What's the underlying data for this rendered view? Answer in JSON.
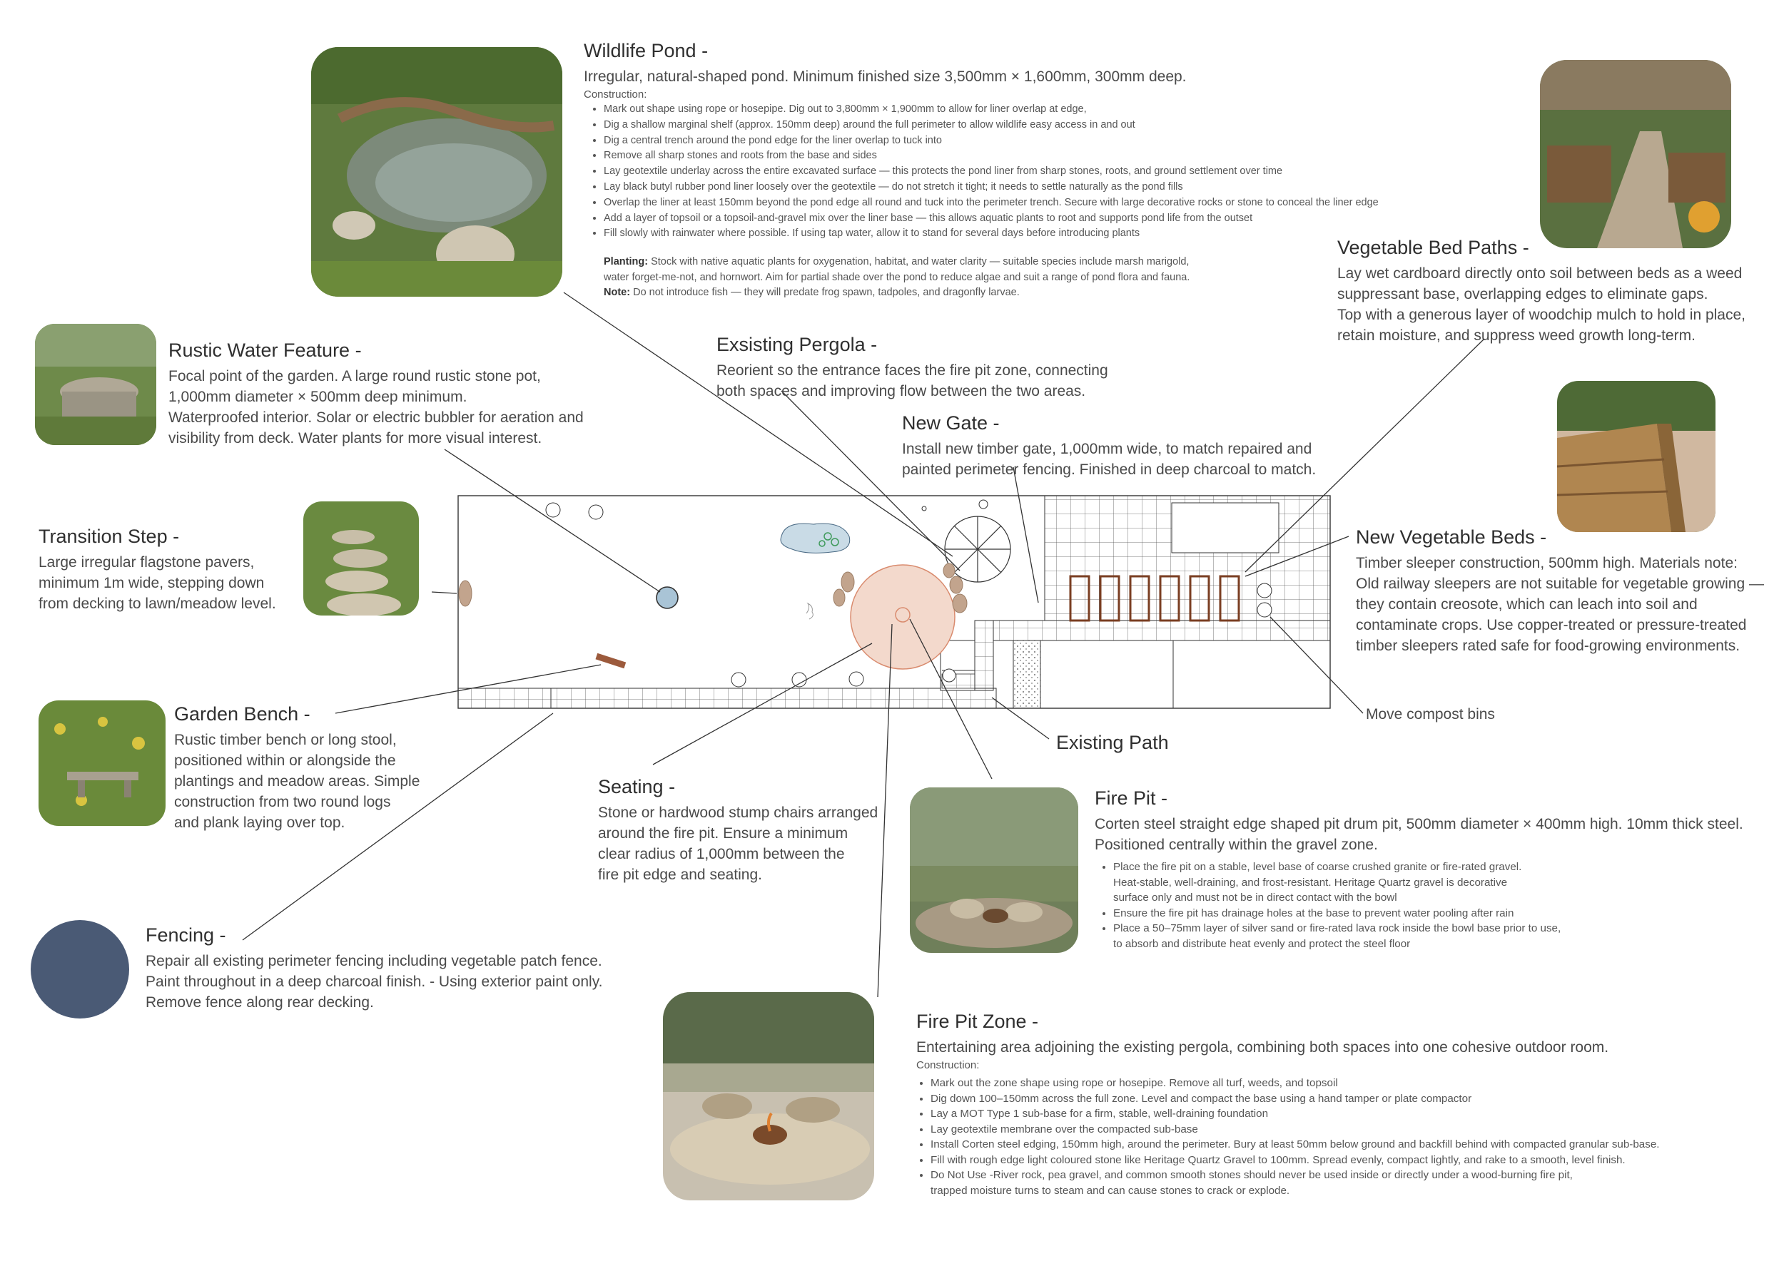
{
  "colors": {
    "text": "#3a3a3a",
    "line": "#333333",
    "pond": "#c9dbe6",
    "firepit_zone": "#f3d9cc",
    "firepit_stroke": "#d98b6e",
    "bench": "#9c5a3c",
    "stone": "#c2a48d",
    "bed": "#7a3e22",
    "fencing_swatch": "#4a5a75"
  },
  "wildlife_pond": {
    "title": "Wildlife Pond -",
    "subtitle": "Irregular, natural-shaped pond. Minimum finished size 3,500mm × 1,600mm, 300mm deep.",
    "construction_label": "Construction:",
    "steps": [
      "Mark out shape using rope or hosepipe. Dig out to 3,800mm × 1,900mm to allow for liner overlap at edge,",
      "Dig a shallow marginal shelf (approx. 150mm deep) around the full perimeter to allow wildlife easy access in and out",
      "Dig a central trench around the pond edge for the liner overlap to tuck into",
      "Remove all sharp stones and roots from the base and sides",
      "Lay geotextile underlay across the entire excavated surface — this protects the pond liner from sharp stones, roots, and ground settlement over time",
      "Lay black butyl rubber pond liner loosely over the geotextile — do not stretch it tight; it needs to settle naturally as the pond fills",
      "Overlap the liner at least 150mm beyond the pond edge all round and tuck into the perimeter trench. Secure with large decorative rocks or stone to conceal the liner edge",
      "Add a layer of topsoil or a topsoil-and-gravel mix over the liner base — this allows aquatic plants to root and supports pond life from the outset",
      "Fill slowly with rainwater where possible. If using tap water, allow it to stand for several days before introducing plants"
    ],
    "planting_label": "Planting:",
    "planting_line1": "Stock with native aquatic plants for oxygenation, habitat, and water clarity — suitable species include marsh marigold,",
    "planting_line2": "water forget-me-not, and hornwort. Aim for partial shade over the pond to reduce algae and suit a range of pond flora and fauna.",
    "note_label": "Note:",
    "note_text": "Do not introduce fish — they will predate frog spawn, tadpoles, and dragonfly larvae."
  },
  "rustic_water_feature": {
    "title": "Rustic Water Feature  -",
    "lines": [
      "Focal point of the garden.  A large round rustic stone pot,",
      "1,000mm diameter × 500mm deep minimum.",
      "Waterproofed interior. Solar or electric bubbler for aeration and",
      "visibility from deck. Water plants for more visual interest."
    ]
  },
  "existing_pergola": {
    "title": "Exsisting Pergola -",
    "lines": [
      "Reorient so the entrance faces the fire pit zone, connecting",
      "both spaces and improving flow between the two areas."
    ]
  },
  "new_gate": {
    "title": "New Gate -",
    "lines": [
      "Install new timber gate, 1,000mm wide, to match repaired and",
      "painted perimeter fencing. Finished in deep charcoal to match."
    ]
  },
  "vegetable_bed_paths": {
    "title": "Vegetable Bed Paths -",
    "lines": [
      "Lay wet cardboard directly onto soil between beds as a weed",
      "suppressant base, overlapping edges to eliminate gaps.",
      "Top with a generous layer of woodchip mulch to hold in place,",
      "retain moisture, and suppress weed growth long-term."
    ]
  },
  "transition_step": {
    "title": "Transition Step  -",
    "lines": [
      "Large irregular flagstone pavers,",
      "minimum 1m wide, stepping down",
      "from decking to lawn/meadow level."
    ]
  },
  "new_vegetable_beds": {
    "title": "New Vegetable Beds -",
    "lines": [
      "Timber sleeper construction, 500mm high. Materials note:",
      "Old railway sleepers are not suitable for vegetable growing —",
      "they contain creosote, which can leach into soil and",
      "contaminate crops.  Use copper-treated or pressure-treated",
      "timber sleepers rated safe for food-growing environments."
    ]
  },
  "move_compost_bins": {
    "label": "Move compost bins"
  },
  "existing_path": {
    "label": "Existing Path"
  },
  "garden_bench": {
    "title": "Garden Bench -",
    "lines": [
      "Rustic timber bench or long stool,",
      "positioned within or alongside the",
      "plantings and meadow areas. Simple",
      "construction from two round logs",
      "and plank laying over top."
    ]
  },
  "seating": {
    "title": "Seating -",
    "lines": [
      "Stone or hardwood stump chairs arranged",
      "around the fire pit. Ensure a minimum",
      "clear radius of 1,000mm between the",
      "fire pit edge and seating."
    ]
  },
  "fire_pit": {
    "title": "Fire Pit -",
    "lines": [
      "Corten steel straight edge shaped pit drum pit, 500mm diameter × 400mm high. 10mm thick steel.",
      "Positioned centrally within the gravel zone."
    ],
    "bullets": [
      [
        "Place the fire pit on a stable, level base of coarse crushed granite or fire-rated gravel.",
        "Heat-stable, well-draining, and frost-resistant. Heritage Quartz gravel is decorative",
        "surface only and must not be in direct contact with the bowl"
      ],
      [
        "Ensure the fire pit has drainage holes at the base to prevent water pooling after rain"
      ],
      [
        "Place a 50–75mm layer of silver sand or fire-rated lava rock inside the bowl base prior to use,",
        "to absorb and distribute heat evenly and protect the steel floor"
      ]
    ]
  },
  "fencing": {
    "title": "Fencing -",
    "lines": [
      "Repair all existing perimeter fencing including vegetable patch fence.",
      "Paint throughout in a deep charcoal finish. - Using exterior paint only.",
      "Remove fence along rear decking."
    ]
  },
  "fire_pit_zone": {
    "title": "Fire Pit Zone -",
    "subtitle": "Entertaining area adjoining the existing pergola, combining both spaces into one cohesive outdoor room.",
    "construction_label": "Construction:",
    "bullets": [
      [
        "Mark out the zone shape using rope or hosepipe. Remove all turf, weeds, and topsoil"
      ],
      [
        "Dig down 100–150mm across the full zone. Level and compact the base using a hand tamper or plate compactor"
      ],
      [
        "Lay a MOT Type 1 sub-base for a firm, stable, well-draining foundation"
      ],
      [
        "Lay geotextile membrane over the compacted sub-base"
      ],
      [
        "Install Corten steel edging, 150mm high, around the perimeter. Bury at least 50mm below ground and backfill behind with compacted granular sub-base."
      ],
      [
        "Fill with rough edge light coloured stone like Heritage Quartz Gravel to 100mm. Spread evenly, compact lightly, and rake to a smooth, level finish."
      ],
      [
        "Do Not Use -River rock, pea gravel, and common smooth stones should never be used inside or directly under a wood-burning fire pit,",
        "trapped moisture turns to steam and can cause stones to crack or explode."
      ]
    ]
  }
}
